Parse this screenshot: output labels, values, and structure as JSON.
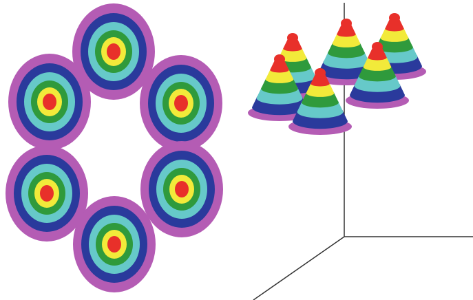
{
  "figure": {
    "description_visible_text": "",
    "panels": [
      {
        "id": "top-view",
        "kind": "concentric-ring-lattice",
        "spot_count": 6,
        "arrangement": "hexagonal-ring"
      },
      {
        "id": "perspective-view",
        "kind": "cone-lattice-3d",
        "cone_count": 6,
        "axes": "3d-corner"
      }
    ],
    "ring_colors": [
      "#b45cb4",
      "#2a3a9c",
      "#66c9c9",
      "#2f9a3c",
      "#f2ea3a",
      "#e8302a"
    ],
    "axis_color": "#333333"
  }
}
